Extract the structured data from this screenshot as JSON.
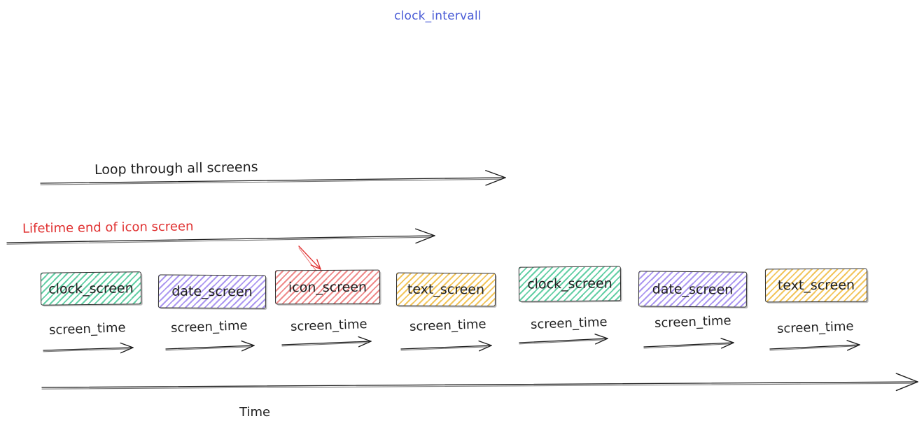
{
  "title": {
    "text": "clock_intervall",
    "color": "#4a5cd6"
  },
  "labels": {
    "loop": "Loop through all screens",
    "lifetime": "Lifetime end of icon screen",
    "time_axis": "Time",
    "screen_time": "screen_time"
  },
  "colors": {
    "stroke": "#1e1e1e",
    "lifetime_label": "#e03131",
    "pointer_arrow": "#e03131",
    "green_fill": "#63cfa5",
    "purple_fill": "#ab97f0",
    "red_fill": "#ef8a8a",
    "yellow_fill": "#f2c55c"
  },
  "timeline": {
    "screens": [
      {
        "name": "clock_screen",
        "fill": "#63cfa5"
      },
      {
        "name": "date_screen",
        "fill": "#ab97f0"
      },
      {
        "name": "icon_screen",
        "fill": "#ef8a8a"
      },
      {
        "name": "text_screen",
        "fill": "#f2c55c"
      },
      {
        "name": "clock_screen",
        "fill": "#63cfa5"
      },
      {
        "name": "date_screen",
        "fill": "#ab97f0"
      },
      {
        "name": "text_screen",
        "fill": "#f2c55c"
      }
    ]
  }
}
